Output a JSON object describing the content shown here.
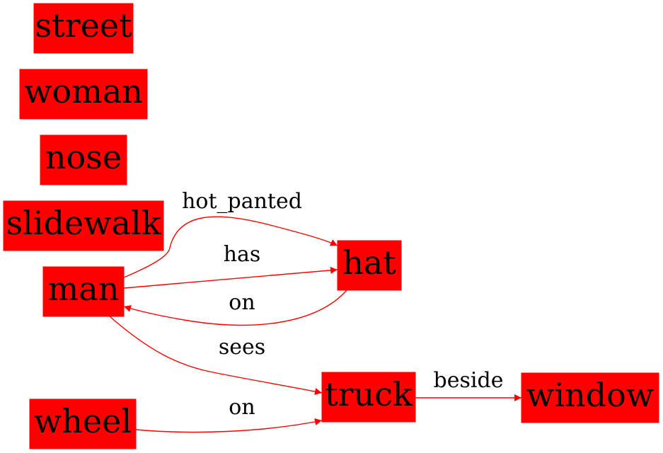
{
  "graph": {
    "node_color": "#ff0000",
    "edge_color": "#ff0000",
    "label_color": "#000000",
    "nodes": {
      "street": "street",
      "woman": "woman",
      "nose": "nose",
      "slidewalk": "slidewalk",
      "man": "man",
      "hat": "hat",
      "truck": "truck",
      "wheel": "wheel",
      "window": "window"
    },
    "edges": {
      "man_hat_hot_panted": "hot_panted",
      "man_hat_has": "has",
      "hat_man_on": "on",
      "man_truck_sees": "sees",
      "wheel_truck_on": "on",
      "truck_window_beside": "beside"
    }
  }
}
